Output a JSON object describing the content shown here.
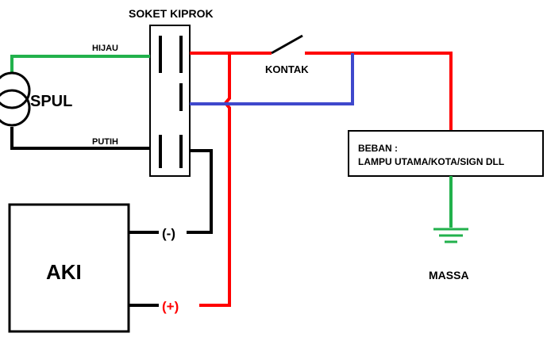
{
  "labels": {
    "socket": "SOKET KIPROK",
    "hijau": "HIJAU",
    "putih": "PUTIH",
    "spul": "SPUL",
    "kontak": "KONTAK",
    "beban_line1": "BEBAN :",
    "beban_line2": "LAMPU UTAMA/KOTA/SIGN DLL",
    "aki": "AKI",
    "neg": "(-)",
    "pos": "(+)",
    "massa": "MASSA"
  },
  "colors": {
    "red": "#ff0000",
    "green": "#22b14c",
    "blue": "#3f48cc",
    "black": "#000000"
  }
}
